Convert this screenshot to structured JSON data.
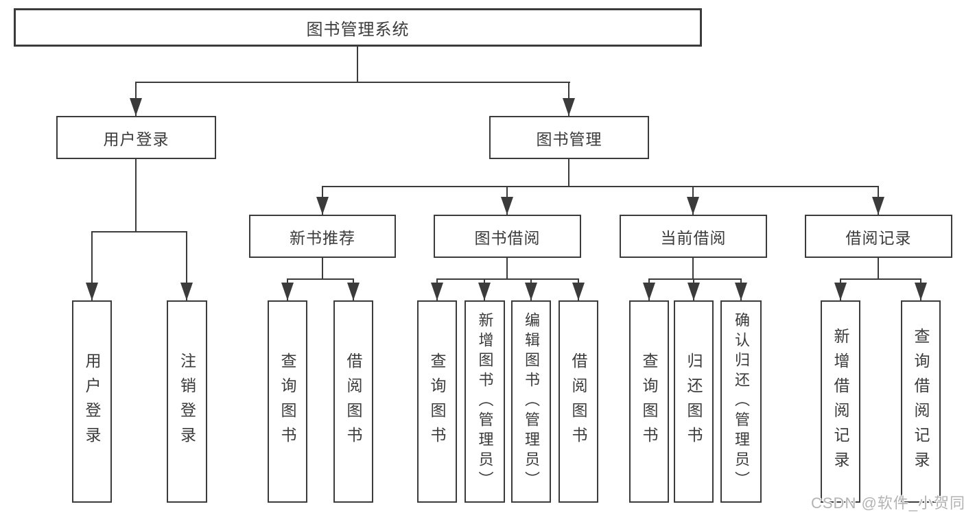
{
  "colors": {
    "line": "#3b3b3b",
    "text": "#3b3b3b",
    "box_background": "#ffffff",
    "watermark": "#b3b3b3"
  },
  "tree": {
    "root": {
      "label": "图书管理系统"
    },
    "branches": [
      {
        "label": "用户登录",
        "children": [
          {
            "label": "用户登录"
          },
          {
            "label": "注销登录"
          }
        ]
      },
      {
        "label": "图书管理",
        "children": [
          {
            "label": "新书推荐",
            "children": [
              {
                "label": "查询图书"
              },
              {
                "label": "借阅图书"
              }
            ]
          },
          {
            "label": "图书借阅",
            "children": [
              {
                "label": "查询图书"
              },
              {
                "label": "新增图书（管理员）"
              },
              {
                "label": "编辑图书（管理员）"
              },
              {
                "label": "借阅图书"
              }
            ]
          },
          {
            "label": "当前借阅",
            "children": [
              {
                "label": "查询图书"
              },
              {
                "label": "归还图书"
              },
              {
                "label": "确认归还（管理员）"
              }
            ]
          },
          {
            "label": "借阅记录",
            "children": [
              {
                "label": "新增借阅记录"
              },
              {
                "label": "查询借阅记录"
              }
            ]
          }
        ]
      }
    ]
  },
  "watermark": {
    "text": "CSDN @软件_小贺同学"
  }
}
